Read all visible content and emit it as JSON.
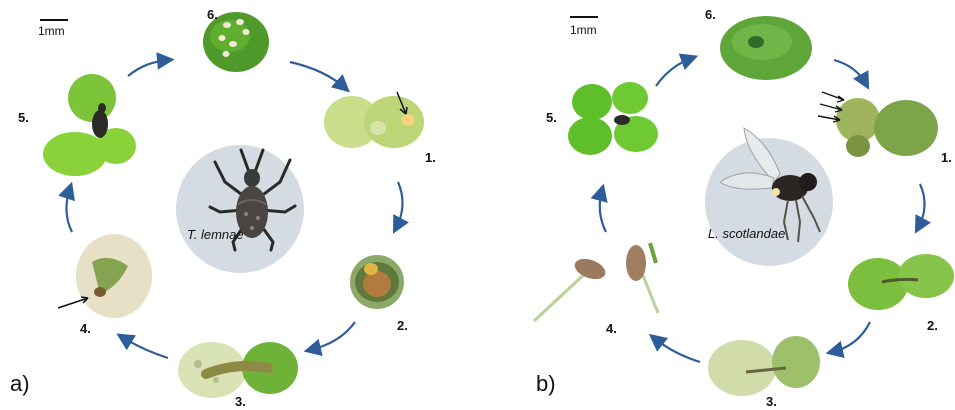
{
  "colors": {
    "arrow": "#2e5e99",
    "circle": "#d5dbe3",
    "leaf_light": "#8bd13a",
    "leaf_dark": "#4f9a2a",
    "leaf_pale": "#c9dd8a"
  },
  "panel_a": {
    "letter": "a)",
    "scale_label": "1mm",
    "species": "T. lemnae",
    "stage_labels": [
      "1.",
      "2.",
      "3.",
      "4.",
      "5.",
      "6."
    ],
    "insect": "weevil"
  },
  "panel_b": {
    "letter": "b)",
    "scale_label": "1mm",
    "species": "L. scotlandae",
    "stage_labels": [
      "1.",
      "2.",
      "3.",
      "4.",
      "5.",
      "6."
    ],
    "insect": "fly"
  }
}
